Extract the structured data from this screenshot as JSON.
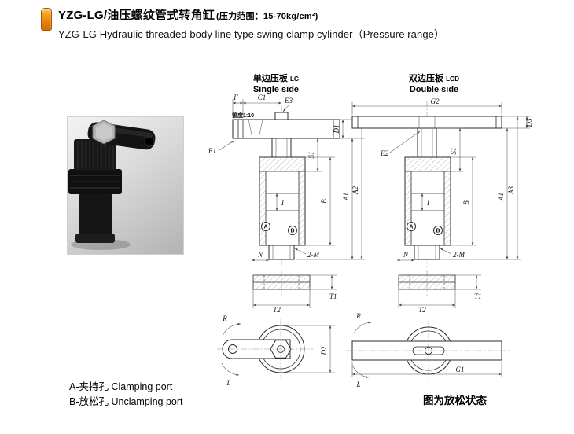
{
  "header": {
    "title_zh": "YZG-LG/油压螺纹管式转角缸",
    "title_range": "(压力范围：15-70kg/cm²)",
    "subtitle": "YZG-LG Hydraulic threaded body line type swing clamp cylinder（Pressure range）"
  },
  "d1": {
    "title_zh": "单边压板",
    "code": "LG",
    "title_en": "Single side",
    "taper": "锥度1:10",
    "dims": {
      "F": "F",
      "C1": "C1",
      "E3": "E3",
      "E1": "E1",
      "D1": "D1",
      "S1": "S1",
      "I": "I",
      "B": "B",
      "A1": "A1",
      "A2": "A2",
      "N": "N",
      "M": "2-M",
      "T1": "T1",
      "T2": "T2",
      "R": "R",
      "L": "L",
      "D2": "D2"
    },
    "ports": {
      "a": "A",
      "b": "B"
    }
  },
  "d2": {
    "title_zh": "双边压板",
    "code": "LGD",
    "title_en": "Double side",
    "dims": {
      "G2": "G2",
      "E2": "E2",
      "D3": "D3",
      "S1": "S1",
      "I": "I",
      "B": "B",
      "A1": "A1",
      "A3": "A3",
      "N": "N",
      "M": "2-M",
      "T1": "T1",
      "T2": "T2",
      "R": "R",
      "L": "L",
      "G1": "G1"
    },
    "ports": {
      "a": "A",
      "b": "B"
    }
  },
  "footer": {
    "port_a": "A-夹持孔 Clamping port",
    "port_b": "B-放松孔 Unclamping port",
    "state_note": "图为放松状态"
  }
}
